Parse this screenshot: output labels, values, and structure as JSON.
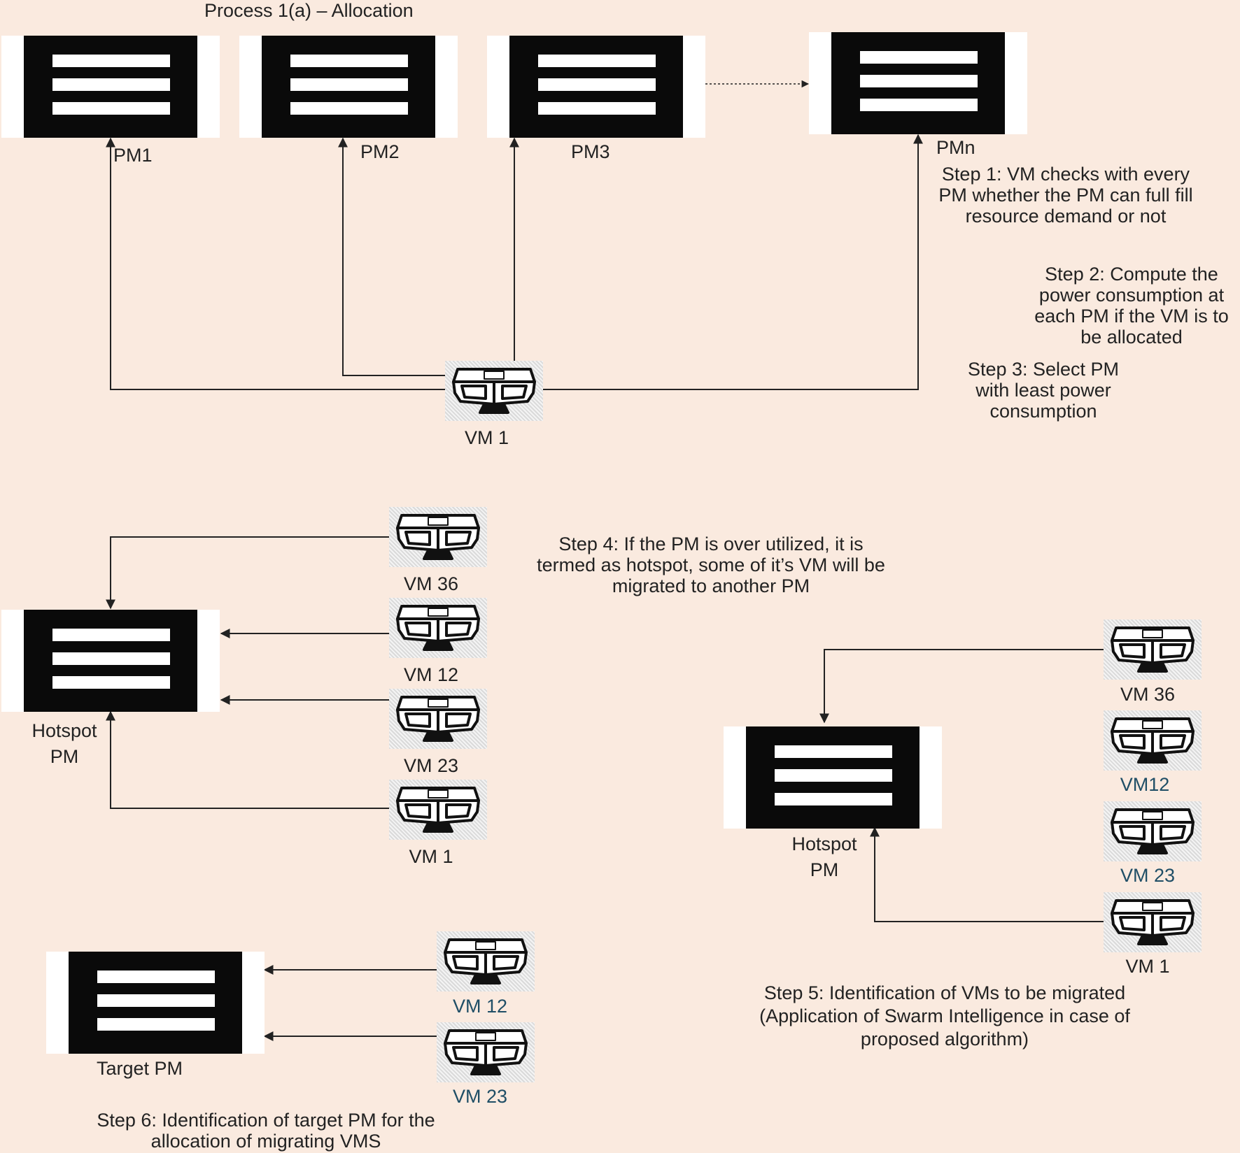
{
  "title": "Process 1(a) – Allocation",
  "colors": {
    "background": "#faeadf",
    "server_screen": "#0a0a0a",
    "server_frame": "#ffffff",
    "line": "#222222",
    "vm_label_highlight": "#1f4e66"
  },
  "icons": {
    "server": "server-rack-icon",
    "vm": "virtual-machine-monitor-icon"
  },
  "allocation": {
    "pms": [
      "PM1",
      "PM2",
      "PM3",
      "PMn"
    ],
    "vm": "VM 1",
    "steps": [
      "Step 1: VM checks with every PM whether the PM can full fill resource demand or not",
      "Step 2: Compute the power consumption at each PM if the VM is to be allocated",
      "Step 3: Select PM with least power consumption"
    ]
  },
  "hotspot_left": {
    "pm": "Hotspot PM",
    "vms": [
      "VM 36",
      "VM 12",
      "VM 23",
      "VM 1"
    ],
    "step": "Step 4: If the PM is over utilized, it is termed as hotspot, some of it’s VM will be migrated to another PM"
  },
  "hotspot_right": {
    "pm": "Hotspot PM",
    "vms": [
      "VM 36",
      "VM12",
      "VM 23",
      "VM 1"
    ],
    "step": "Step 5: Identification of VMs to be migrated (Application of Swarm Intelligence in case of proposed algorithm)"
  },
  "target": {
    "pm": "Target PM",
    "vms": [
      "VM 12",
      "VM 23"
    ],
    "step": "Step 6: Identification of target PM for the allocation of migrating VMS"
  }
}
